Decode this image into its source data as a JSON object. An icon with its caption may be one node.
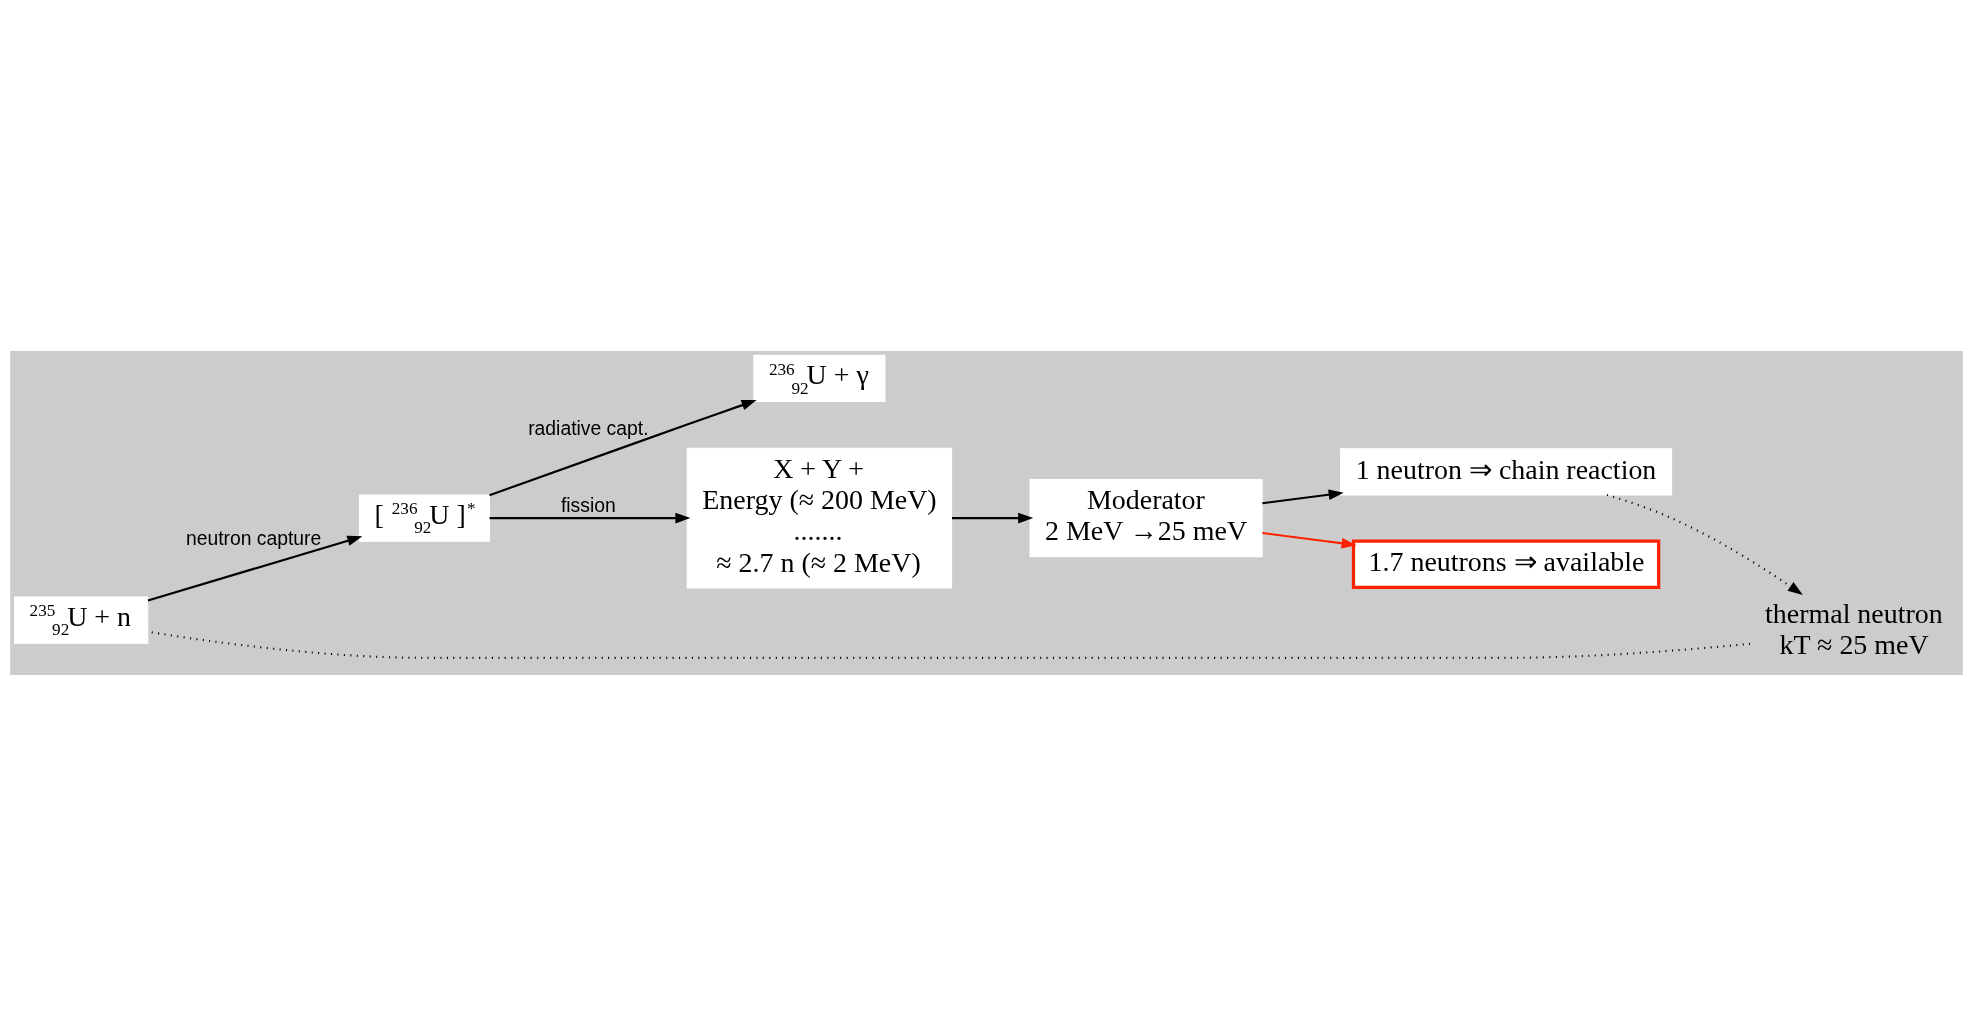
{
  "diagram": {
    "nodes": [
      {
        "text": [
          "$^{235}$$_{92}$U + n"
        ]
      },
      {
        "text": [
          "[ $^{236}$$_{92}$U ]$^{*}$"
        ]
      },
      {
        "text": [
          "$^{236}$$_{92}$U + γ"
        ]
      },
      {
        "text": [
          "X + Y +",
          "Energy (≈ 200 MeV)",
          ".......",
          "≈ 2.7 n (≈ 2 MeV)"
        ]
      },
      {
        "text": [
          "thermal neutron",
          "kT ≈ 25 meV"
        ]
      },
      {
        "text": [
          "Moderator",
          "2 MeV →25 meV"
        ]
      },
      {
        "text": [
          "1 neutron ⇒ chain reaction"
        ]
      },
      {
        "text": [
          "1.7 neutrons ⇒ available"
        ]
      }
    ],
    "edges": [
      {
        "from": 0,
        "to": 1,
        "arrow": "to",
        "label": "neutron capture"
      },
      {
        "from": 1,
        "to": 2,
        "arrow": "to",
        "label": "radiative capt."
      },
      {
        "from": 1,
        "to": 3,
        "arrow": "to",
        "label": "fission"
      },
      {
        "from": 3,
        "to": 5,
        "arrow": "to"
      },
      {
        "from": 5,
        "to": 6,
        "arrow": "to"
      },
      {
        "from": 5,
        "to": 7,
        "arrow": "to",
        "color": "#ff2200"
      },
      {
        "from": 4,
        "to": 0,
        "arrow": "none",
        "style": "dashed"
      },
      {
        "from": 6,
        "to": 4,
        "arrow": "to",
        "style": "dashed"
      }
    ]
  }
}
